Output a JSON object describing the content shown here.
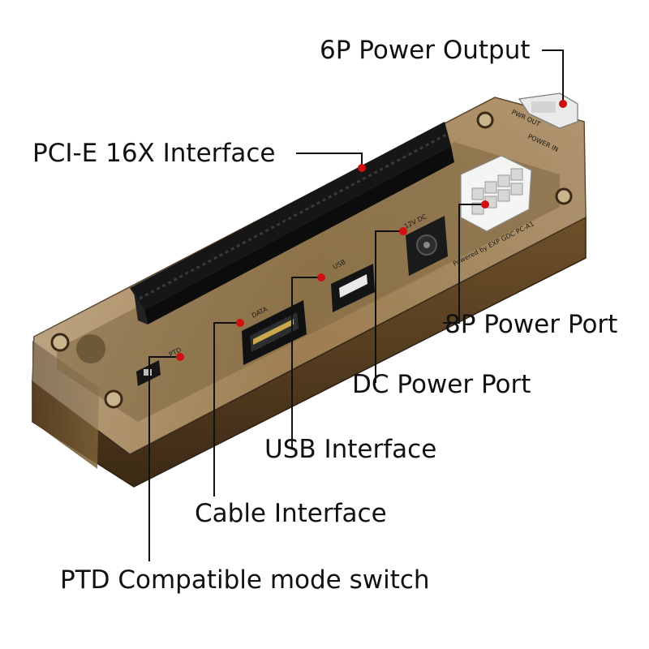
{
  "diagram": {
    "colors": {
      "casing": "#7a5a30",
      "casing_dark": "#3a2a18",
      "slot": "#141414",
      "leader": "#111111",
      "marker": "#d01010",
      "label": "#111111"
    },
    "callouts": [
      {
        "id": "power-output-6p",
        "label": "6P Power Output"
      },
      {
        "id": "pcie-16x",
        "label": "PCI-E 16X Interface"
      },
      {
        "id": "power-port-8p",
        "label": "8P Power Port"
      },
      {
        "id": "dc-power-port",
        "label": "DC Power Port"
      },
      {
        "id": "usb-interface",
        "label": "USB Interface"
      },
      {
        "id": "cable-interface",
        "label": "Cable Interface"
      },
      {
        "id": "ptd-switch",
        "label": "PTD Compatible mode switch"
      }
    ],
    "board_labels": {
      "data": "DATA",
      "usb": "USB",
      "dc": "12V DC",
      "ptd": "PTD",
      "power_in": "POWER IN",
      "power_out": "PWR OUT",
      "brand": "Powered by EXP GDC PC-A1"
    }
  }
}
